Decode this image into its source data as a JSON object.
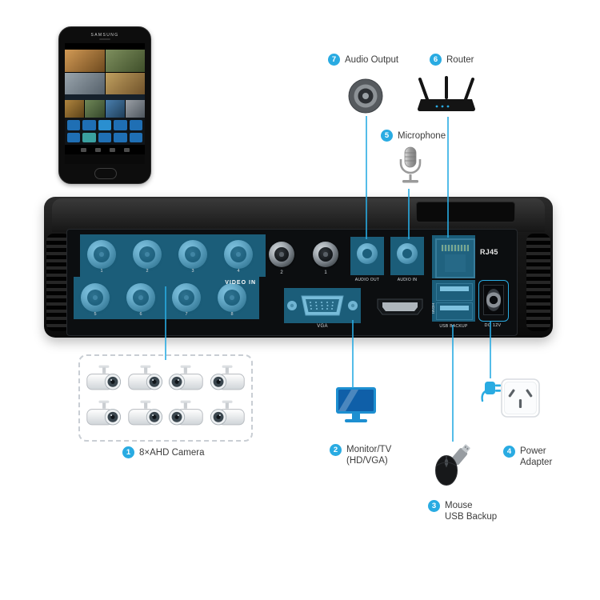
{
  "colors": {
    "accent": "#29abe2"
  },
  "phone": {
    "brand": "SAMSUNG"
  },
  "callouts": {
    "camera": {
      "num": "1",
      "label": "8×AHD Camera"
    },
    "monitor": {
      "num": "2",
      "line1": "Monitor/TV",
      "line2": "(HD/VGA)"
    },
    "mouse": {
      "num": "3",
      "line1": "Mouse",
      "line2": "USB Backup"
    },
    "power": {
      "num": "4",
      "line1": "Power",
      "line2": "Adapter"
    },
    "microphone": {
      "num": "5",
      "label": "Microphone"
    },
    "router": {
      "num": "6",
      "label": "Router"
    },
    "audio_output": {
      "num": "7",
      "label": "Audio Output"
    }
  },
  "dvr_panel": {
    "video_in": "VIDEO IN",
    "audio_out": "AUDIO OUT",
    "audio_in": "AUDIO IN",
    "rj45": "RJ45",
    "vga": "VGA",
    "hdmi": "HDMI",
    "dc12v": "DC 12V",
    "usb_backup": "USB BACKUP",
    "video_bnc_numbers": [
      "1",
      "2",
      "3",
      "4",
      "5",
      "6",
      "7",
      "8"
    ],
    "audio_bnc_numbers": [
      "2",
      "1"
    ]
  }
}
